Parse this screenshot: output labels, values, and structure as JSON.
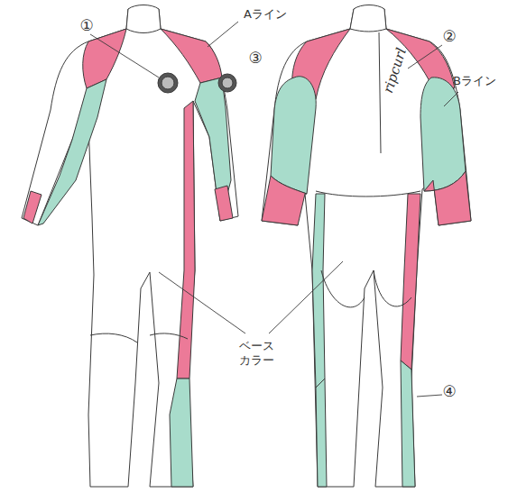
{
  "diagram": {
    "labels": [
      "①",
      "Aライン",
      "③",
      "②",
      "Bライン",
      "ベース カラー",
      "④",
      "ripcurl"
    ]
  }
}
